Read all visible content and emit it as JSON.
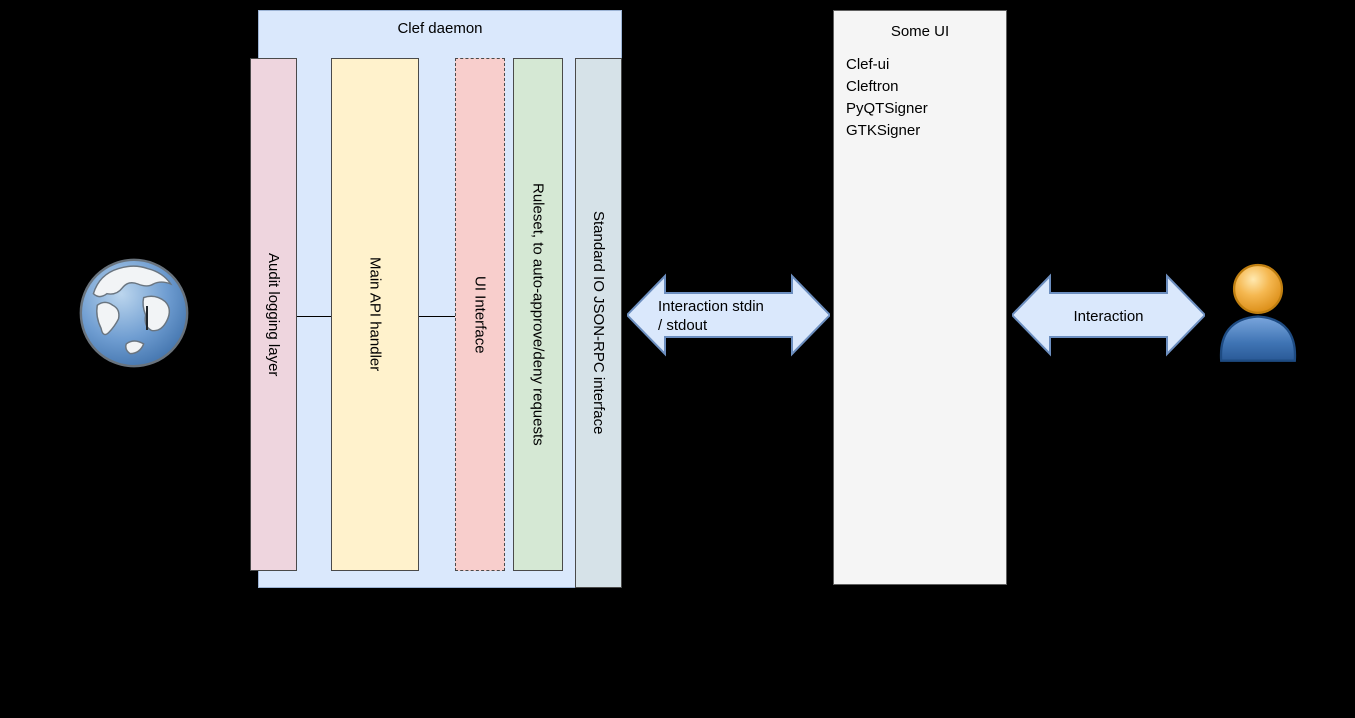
{
  "background_color": "#000000",
  "clef_daemon": {
    "title": "Clef daemon",
    "container_fill": "#dae8fc",
    "bars": [
      {
        "label": "Audit logging layer",
        "fill": "#eed5de",
        "border_style": "solid"
      },
      {
        "label": "Main API handler",
        "fill": "#fff2cc",
        "border_style": "solid"
      },
      {
        "label": "UI Interface",
        "fill": "#f8cecc",
        "border_style": "dashed"
      },
      {
        "label": "Ruleset, to auto-approve/deny requests",
        "fill": "#d5e8d4",
        "border_style": "solid"
      },
      {
        "label": "Standard IO JSON-RPC interface",
        "fill": "#d6e2e8",
        "border_style": "solid"
      }
    ]
  },
  "some_ui": {
    "title": "Some UI",
    "fill": "#f5f5f5",
    "items": [
      "Clef-ui",
      "Cleftron",
      "PyQTSigner",
      "GTKSigner"
    ]
  },
  "arrows": {
    "fill": "#dae8fc",
    "stroke": "#6c8ebf",
    "left": {
      "label": "Interaction stdin\n/ stdout"
    },
    "right": {
      "label": "Interaction"
    }
  },
  "icons": {
    "globe": "internet-globe-icon",
    "person": "user-person-icon"
  }
}
